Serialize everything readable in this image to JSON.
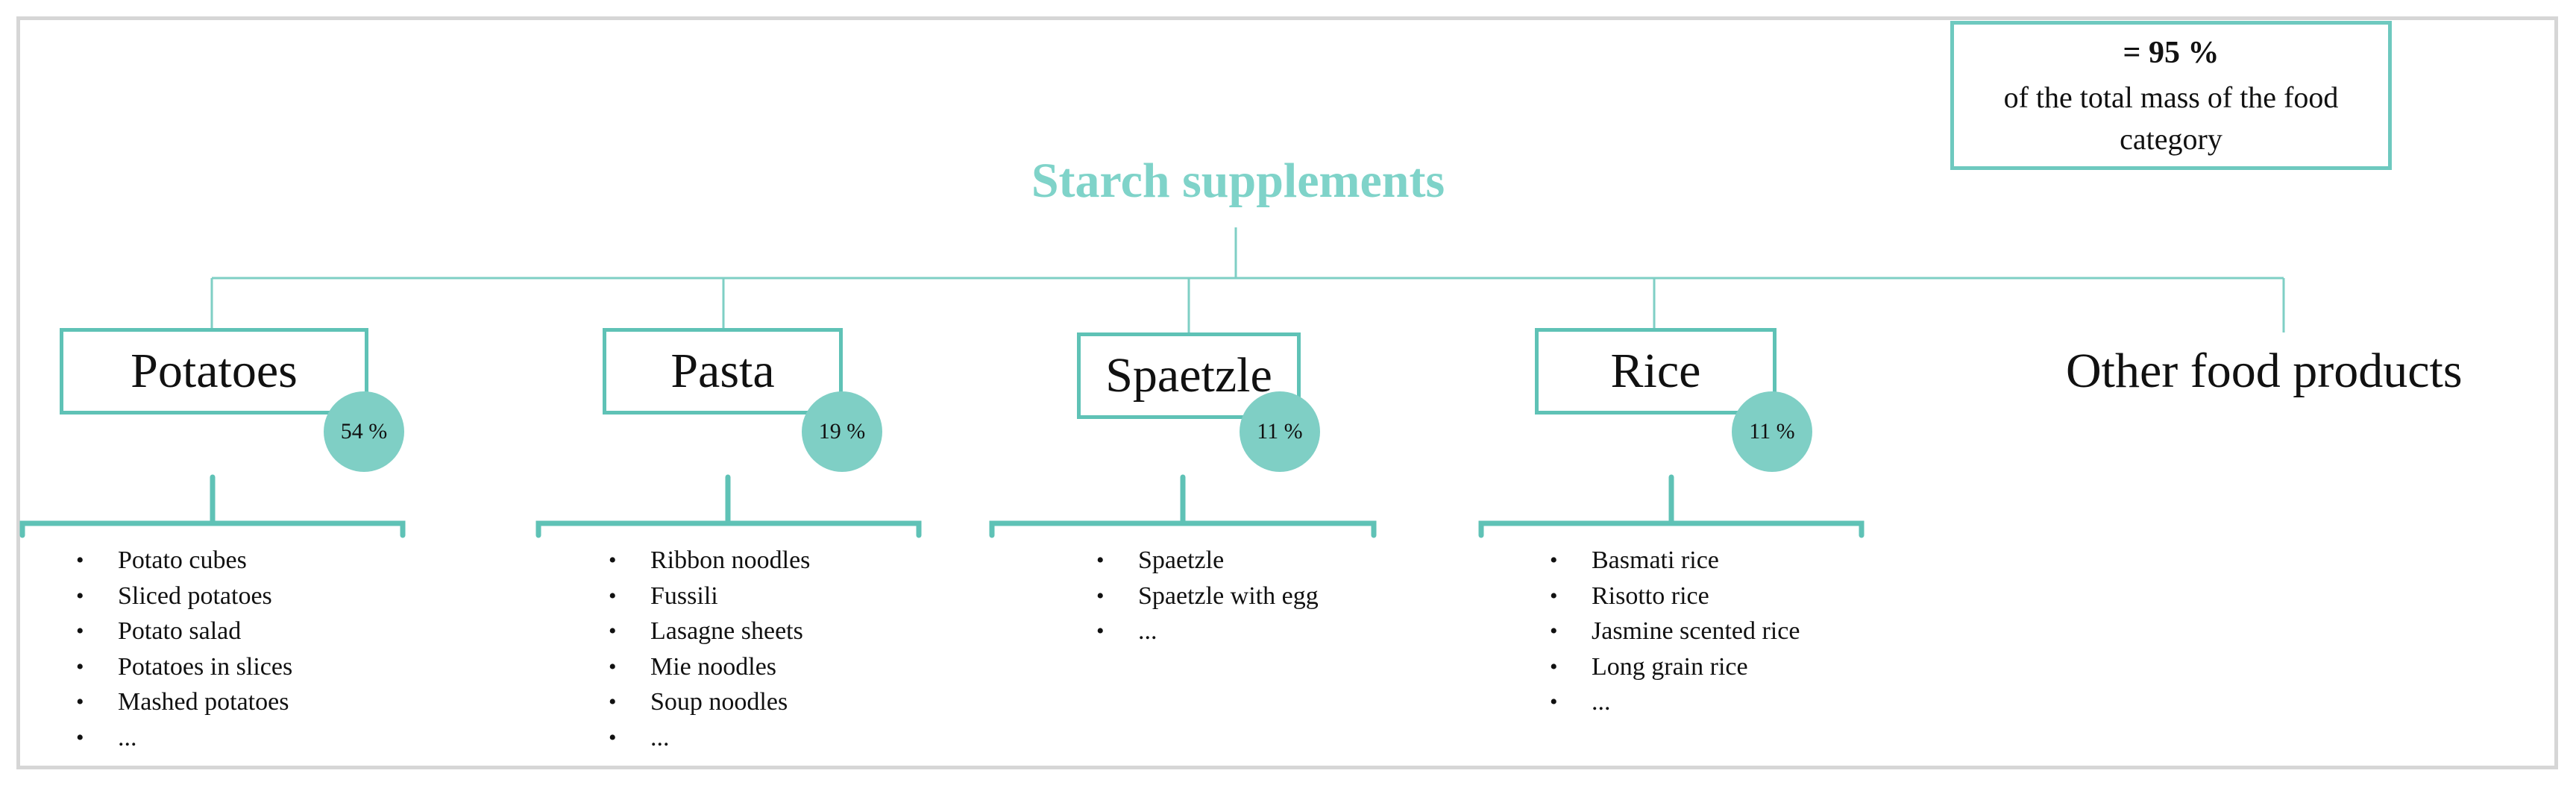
{
  "total_share": {
    "value": "= 95 %",
    "text": "of the total mass of the food category"
  },
  "title": "Starch supplements",
  "colors": {
    "accent": "#7fcfc5",
    "accent_border": "#5fc2b6",
    "title": "#7fd3c9",
    "frame": "#d6d6d6"
  },
  "categories": [
    {
      "label": "Potatoes",
      "share": "54 %",
      "items": [
        "Potato cubes",
        "Sliced potatoes",
        "Potato salad",
        "Potatoes in slices",
        "Mashed potatoes",
        "..."
      ]
    },
    {
      "label": "Pasta",
      "share": "19 %",
      "items": [
        "Ribbon noodles",
        "Fussili",
        "Lasagne sheets",
        "Mie noodles",
        "Soup noodles",
        "..."
      ]
    },
    {
      "label": "Spaetzle",
      "share": "11 %",
      "items": [
        "Spaetzle",
        "Spaetzle with egg",
        "..."
      ]
    },
    {
      "label": "Rice",
      "share": "11 %",
      "items": [
        "Basmati rice",
        "Risotto rice",
        "Jasmine scented rice",
        "Long grain rice",
        "..."
      ]
    },
    {
      "label": "Other food products"
    }
  ]
}
